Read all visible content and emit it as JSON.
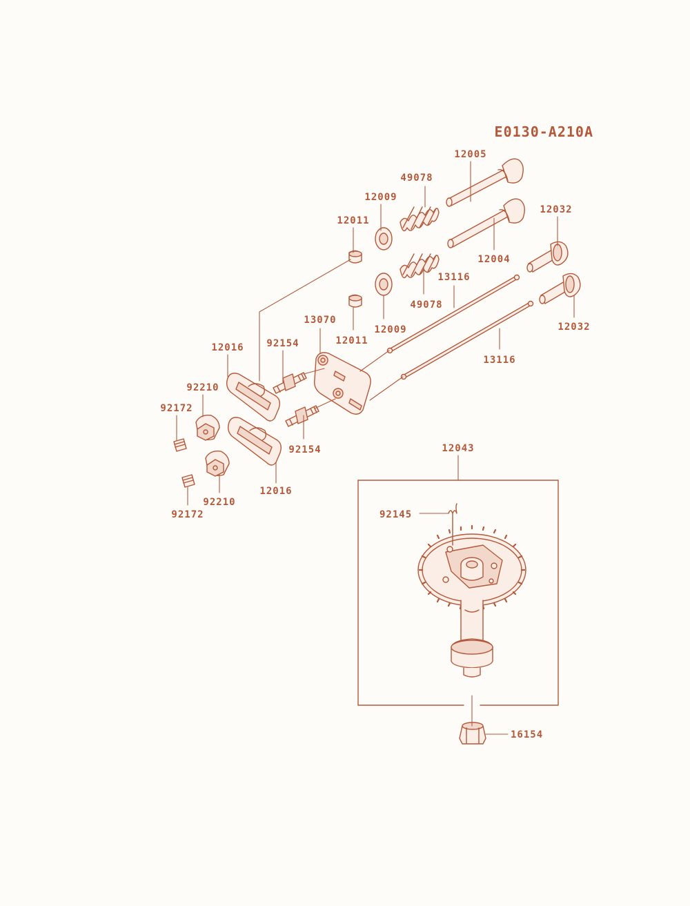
{
  "diagram_code": "E0130-A210A",
  "colors": {
    "ink": "#b4583a",
    "fill": "#fbeee6",
    "shade": "#f1d8ca",
    "paper": "#fdfcf8"
  },
  "parts": {
    "p12005": "12005",
    "p49078a": "49078",
    "p12009a": "12009",
    "p12011a": "12011",
    "p12032a": "12032",
    "p12004": "12004",
    "p13116a": "13116",
    "p49078b": "49078",
    "p12009b": "12009",
    "p12011b": "12011",
    "p13070": "13070",
    "p12032b": "12032",
    "p12016a": "12016",
    "p92154a": "92154",
    "p13116b": "13116",
    "p92210a": "92210",
    "p92172a": "92172",
    "p92154b": "92154",
    "p12043": "12043",
    "p12016b": "12016",
    "p92210b": "92210",
    "p92172b": "92172",
    "p92145": "92145",
    "p16154": "16154"
  }
}
